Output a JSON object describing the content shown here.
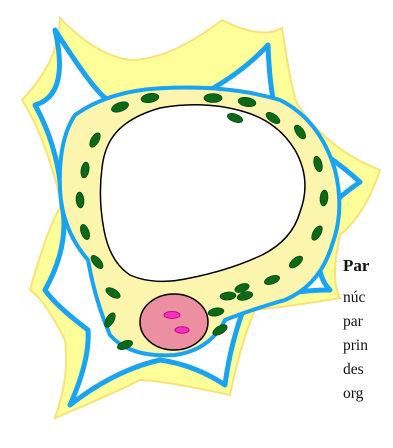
{
  "colors": {
    "background": "#ffffff",
    "outer_wall_fill": "#ffff99",
    "outer_wall_stroke": "#fbe07a",
    "membrane": "#1aa3f0",
    "corner_space": "#ffffff",
    "cytoplasm": "#fbf5ad",
    "vacuole": "#ffffff",
    "vacuole_outline": "#000000",
    "chloroplast": "#0a6a18",
    "nucleus": "#ec8fa1",
    "nucleolus": "#ff2ec2"
  },
  "diagram": {
    "icons": [
      "cell-wall-icon",
      "vacuole-icon",
      "chloroplast-icon",
      "nucleus-icon",
      "nucleolus-icon"
    ]
  },
  "caption": {
    "title": "Par",
    "lines": [
      "núc",
      "par",
      "prin",
      "des",
      "org"
    ]
  }
}
